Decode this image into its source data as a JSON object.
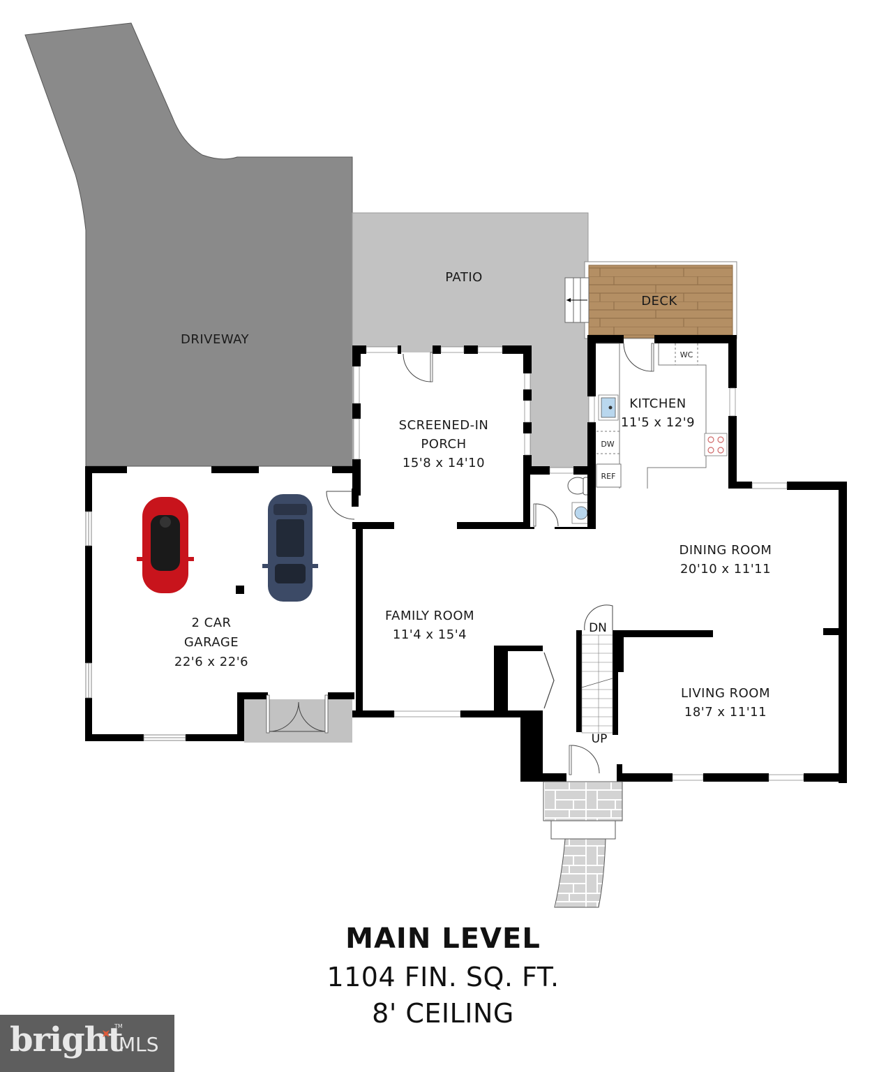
{
  "colors": {
    "driveway": "#8a8a8a",
    "patio": "#c2c2c2",
    "deck": "#b48f64",
    "deck_plank_line": "#8d6b46",
    "wall": "#000000",
    "floor": "#ffffff",
    "paver": "#d3d3d3",
    "sink_blue": "#b9d7ee",
    "stove_ring": "#d06a6a",
    "car_red": "#c8141c",
    "car_blue": "#3c4a66",
    "logo_bg": "#5e5e5e",
    "logo_accent": "#e05a3a"
  },
  "exterior": {
    "driveway": {
      "label": "DRIVEWAY"
    },
    "patio": {
      "label": "PATIO"
    },
    "deck": {
      "label": "DECK"
    }
  },
  "rooms": {
    "screened_porch": {
      "name_line1": "SCREENED-IN",
      "name_line2": "PORCH",
      "dimensions": "15'8 x 14'10"
    },
    "kitchen": {
      "name": "KITCHEN",
      "dimensions": "11'5 x 12'9"
    },
    "dining_room": {
      "name": "DINING ROOM",
      "dimensions": "20'10 x 11'11"
    },
    "garage": {
      "name_line1": "2 CAR",
      "name_line2": "GARAGE",
      "dimensions": "22'6 x 22'6"
    },
    "family_room": {
      "name": "FAMILY ROOM",
      "dimensions": "11'4 x 15'4"
    },
    "living_room": {
      "name": "LIVING ROOM",
      "dimensions": "18'7 x 11'11"
    }
  },
  "fixtures": {
    "wc": "WC",
    "dishwasher": "DW",
    "refrigerator": "REF"
  },
  "stairs": {
    "down_label": "DN",
    "up_label": "UP"
  },
  "title": {
    "level": "MAIN LEVEL",
    "square_feet": "1104 FIN. SQ. FT.",
    "ceiling": "8' CEILING"
  },
  "watermark": {
    "brand": "bright",
    "suffix": "MLS",
    "trademark": "TM"
  }
}
